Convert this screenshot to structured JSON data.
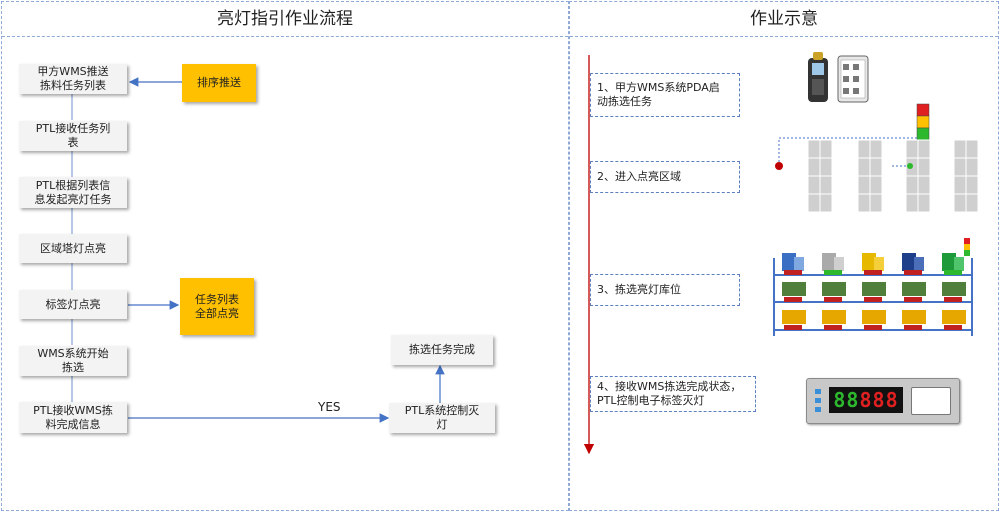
{
  "left_panel": {
    "title": "亮灯指引作业流程",
    "steps": [
      "甲方WMS推送\n拣料任务列表",
      "PTL接收任务列\n表",
      "PTL根据列表信\n息发起亮灯任务",
      "区域塔灯点亮",
      "标签灯点亮",
      "WMS系统开始\n拣选",
      "PTL接收WMS拣\n料完成信息"
    ],
    "sort_push": "排序推送",
    "all_lit": "任务列表\n全部点亮",
    "yes_label": "YES",
    "ptl_off": "PTL系统控制灭\n灯",
    "pick_done": "拣选任务完成"
  },
  "right_panel": {
    "title": "作业示意",
    "notes": [
      "1、甲方WMS系统PDA启\n动拣选任务",
      "2、进入点亮区域",
      "3、拣选亮灯库位",
      "4、接收WMS拣选完成状态，\nPTL控制电子标签灭灯"
    ],
    "display_digits": "88888"
  },
  "colors": {
    "accent_yellow": "#ffc000",
    "arrow_blue": "#4472c4",
    "timeline_red": "#c00000",
    "dash_border": "#8ea9d6"
  }
}
